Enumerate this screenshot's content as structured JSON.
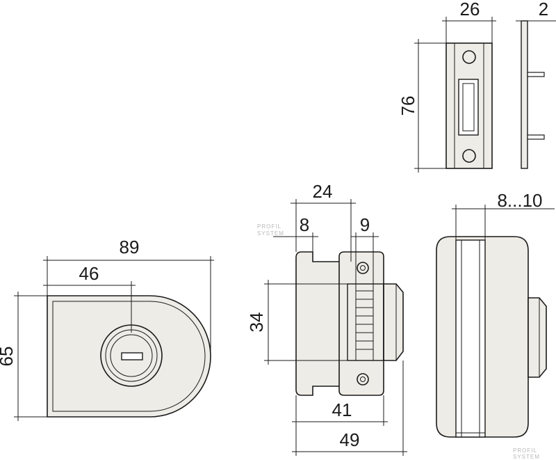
{
  "dimensions": {
    "width_89": "89",
    "width_46": "46",
    "height_65": "65",
    "height_34": "34",
    "width_24": "24",
    "width_8": "8",
    "width_9": "9",
    "width_41": "41",
    "width_49": "49",
    "glass_8_10": "8...10",
    "strike_26": "26",
    "strike_2": "2",
    "strike_76": "76"
  },
  "watermark": {
    "line1": "PROFIL",
    "line2": "SYSTEM"
  }
}
